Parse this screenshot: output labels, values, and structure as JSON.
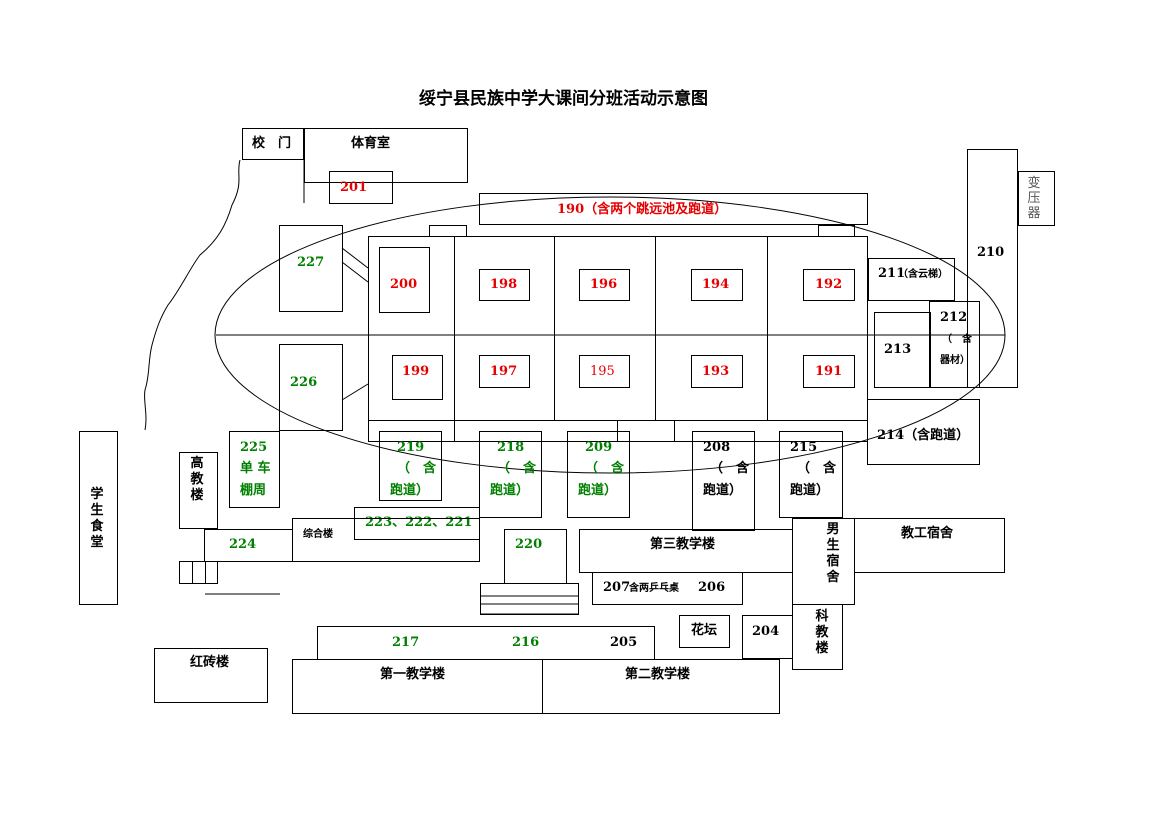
{
  "title": "绥宁县民族中学大课间分班活动示意图",
  "colors": {
    "red": "#e60000",
    "green": "#008000",
    "black": "#000000"
  },
  "places": {
    "gate": "校　门",
    "gym": "体育室",
    "transformer": "变压器",
    "canteen": "学生食堂",
    "teacher_building": "高教楼",
    "complex": "综合楼",
    "building3": "第三教学楼",
    "staff_dorm": "教工宿舍",
    "boys_dorm": "男生宿舍",
    "science": "科教楼",
    "flowerbed": "花坛",
    "redbrick": "红砖楼",
    "building1": "第一教学楼",
    "building2": "第二教学楼"
  },
  "classes": {
    "c201": "201",
    "c190": "190（含两个跳远池及跑道）",
    "c227": "227",
    "c200": "200",
    "c198": "198",
    "c196": "196",
    "c194": "194",
    "c192": "192",
    "c210": "210",
    "c211_num": "211",
    "c211_note": "（含云梯）",
    "c212_num": "212",
    "c212_note1": "（　含",
    "c212_note2": "器材）",
    "c213": "213",
    "c226": "226",
    "c199": "199",
    "c197": "197",
    "c195": "195",
    "c193": "193",
    "c191": "191",
    "c214": "214（含跑道）",
    "c225": "225",
    "c225_note1": "单 车",
    "c225_note2": "棚周",
    "c219": "219",
    "c218": "218",
    "c209": "209",
    "c208": "208",
    "c215": "215",
    "note_han": "（　含",
    "note_paodao": "跑道）",
    "c223": "223、222、221",
    "c224": "224",
    "c220": "220",
    "c207": "207",
    "c207_note": "含两乒乓桌",
    "c206": "206",
    "c204": "204",
    "c217": "217",
    "c216": "216",
    "c205": "205"
  }
}
